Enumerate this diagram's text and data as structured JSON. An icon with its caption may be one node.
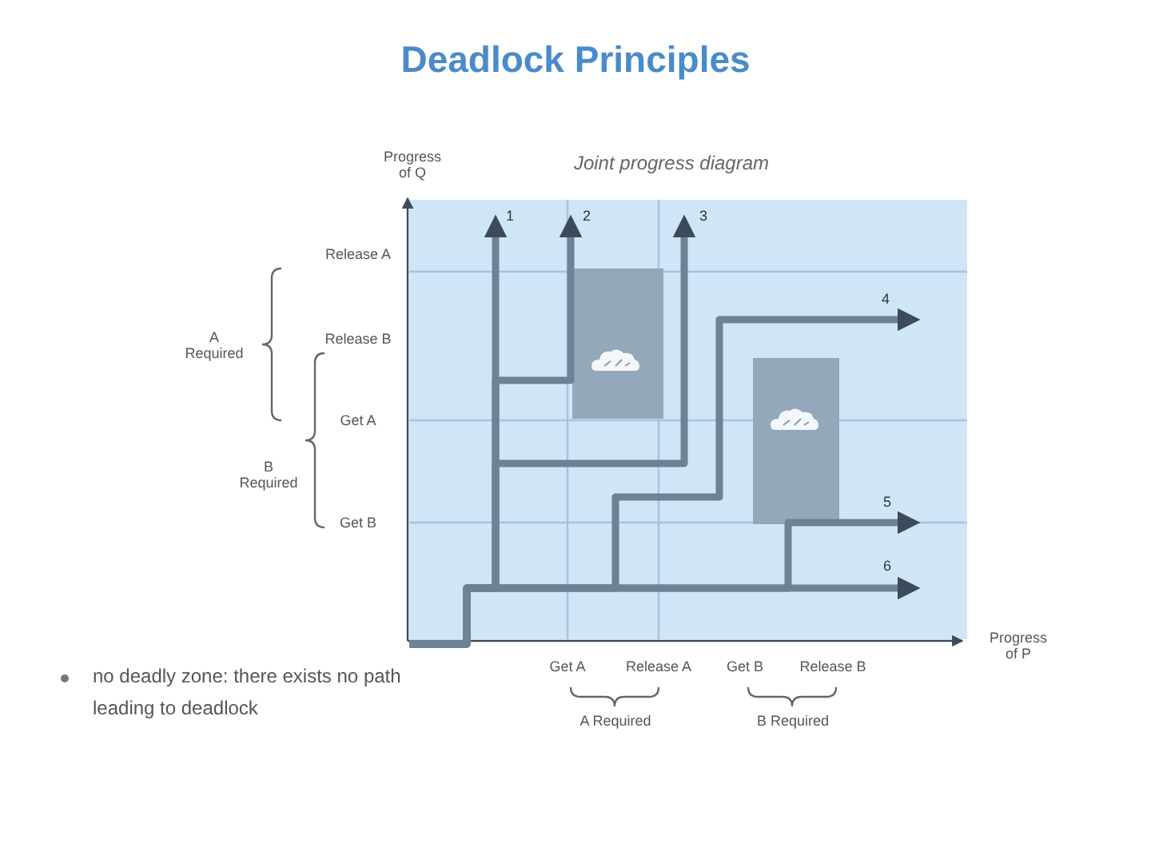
{
  "diagram": {
    "title": "Deadlock Principles",
    "labels": [
      "Progress of Q",
      "Joint progress diagram",
      "1",
      "2",
      "3",
      "Release A",
      "4",
      "A Required",
      "Release B",
      "Get A",
      "B Required",
      "5",
      "Get B",
      "6",
      "Progress of P",
      "Get A",
      "Release A",
      "Get B",
      "Release B",
      "no deadly zone: there exists no path leading to deadlock",
      "A Required",
      "B Required"
    ]
  }
}
